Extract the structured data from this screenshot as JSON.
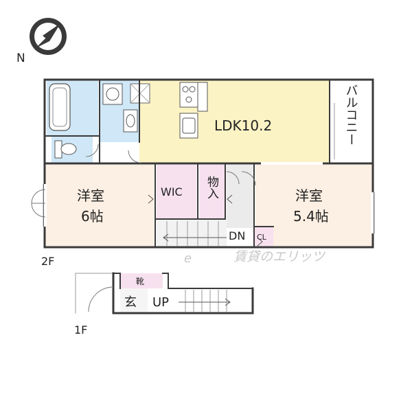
{
  "compass": {
    "north_label": "N"
  },
  "floors": {
    "second": "2F",
    "first": "1F"
  },
  "rooms": {
    "ldk": "LDK10.2",
    "balcony": "バルコニー",
    "western_left_name": "洋室",
    "western_left_size": "6帖",
    "western_right_name": "洋室",
    "western_right_size": "5.4帖",
    "wic": "WIC",
    "storage": "物入",
    "down": "DN",
    "closet": "CL",
    "shoe": "靴",
    "entrance": "玄",
    "up": "UP"
  },
  "watermark": "賃貸のエリッツ",
  "colors": {
    "ldk": "#fbf3c4",
    "bedroom": "#fcefe3",
    "wet": "#cfe7f6",
    "closet": "#f7e1ef",
    "hall": "#ebebeb",
    "wall": "#3a3a3a"
  }
}
